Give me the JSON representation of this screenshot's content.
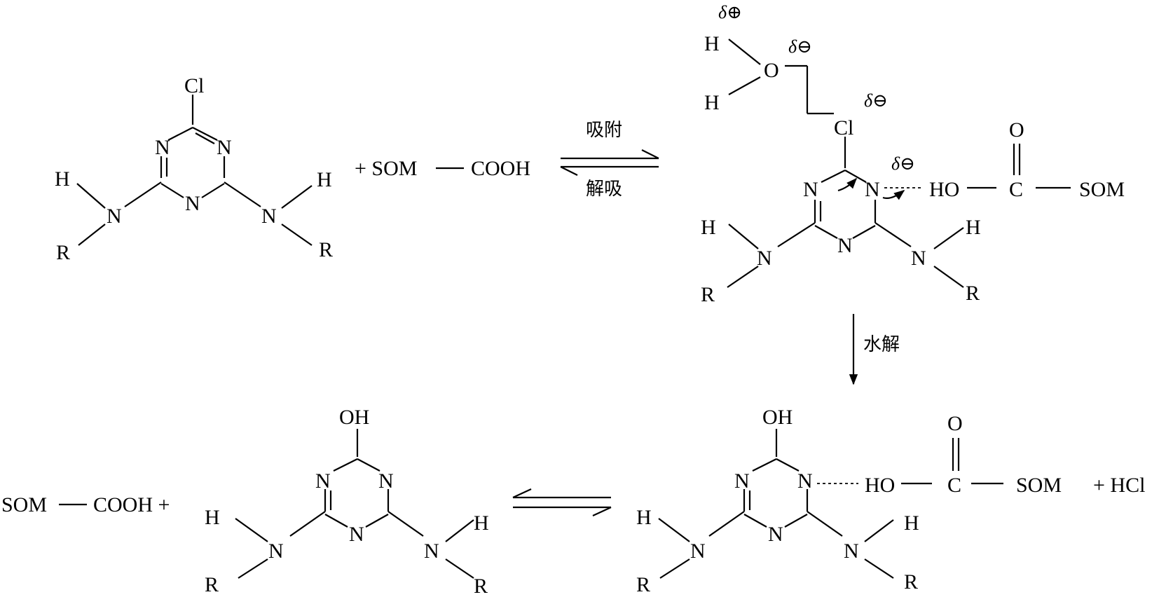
{
  "atoms": {
    "cl": "Cl",
    "n": "N",
    "h": "H",
    "r": "R",
    "o": "O",
    "c": "C",
    "oh": "OH",
    "ho": "HO",
    "som": "SOM"
  },
  "text": {
    "plus_som_cooh": "+ SOM",
    "cooh": "COOH",
    "som_cooh_bottom": "SOM",
    "cooh_plus": "COOH +",
    "plus_hcl": "+ HCl"
  },
  "partial_charges": {
    "delta_plus": "δ⊕",
    "delta_minus": "δ⊖"
  },
  "steps": {
    "adsorption": "吸附",
    "desorption": "解吸",
    "hydrolysis": "水解"
  }
}
